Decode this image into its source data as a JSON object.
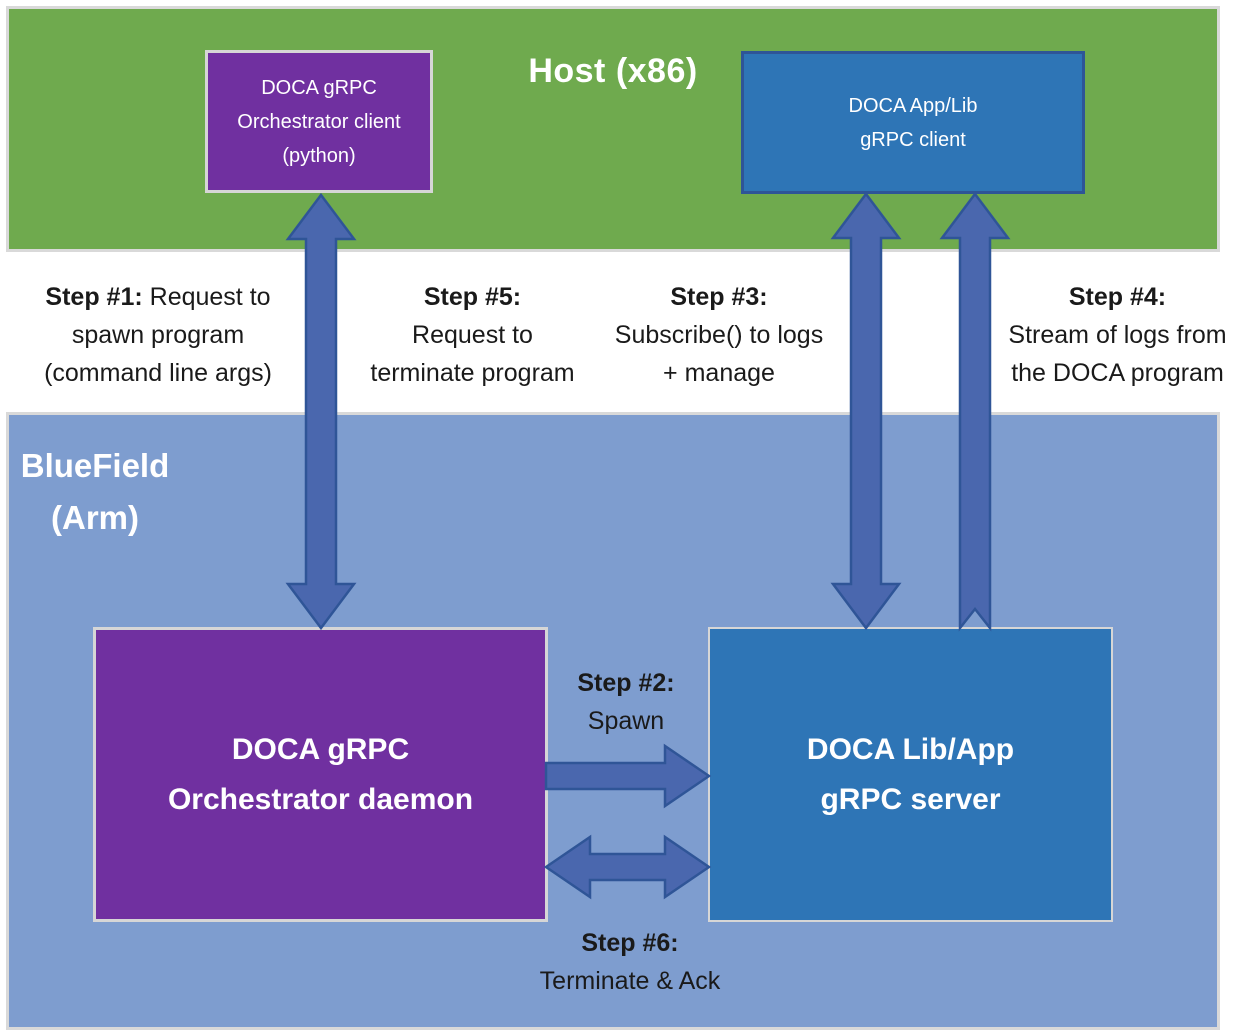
{
  "host": {
    "title": "Host (x86)",
    "orchestrator_client": {
      "line1": "DOCA gRPC",
      "line2": "Orchestrator client",
      "line3": "(python)"
    },
    "grpc_client": {
      "line1": "DOCA App/Lib",
      "line2": "gRPC client"
    }
  },
  "bluefield": {
    "title_line1": "BlueField",
    "title_line2": "(Arm)",
    "orchestrator_daemon": {
      "line1": "DOCA gRPC",
      "line2": "Orchestrator daemon"
    },
    "grpc_server": {
      "line1": "DOCA Lib/App",
      "line2": "gRPC server"
    }
  },
  "steps": {
    "step1": {
      "prefix": "Step #1:",
      "rest": "Request to",
      "line2": "spawn program",
      "line3": "(command line args)"
    },
    "step2": {
      "prefix": "Step #2:",
      "line2": "Spawn"
    },
    "step3": {
      "prefix": "Step #3:",
      "line2": "Subscribe() to logs",
      "line3": "+ manage"
    },
    "step4": {
      "prefix": "Step #4:",
      "line2": "Stream of logs from",
      "line3": "the DOCA program"
    },
    "step5": {
      "prefix": "Step #5:",
      "line2": "Request to",
      "line3": "terminate program"
    },
    "step6": {
      "prefix": "Step #6:",
      "line2": "Terminate & Ack"
    }
  },
  "arrows": [
    {
      "id": "orchestrator-client-daemon",
      "direction": "bidirectional-vertical"
    },
    {
      "id": "client-server-subscribe",
      "direction": "bidirectional-vertical"
    },
    {
      "id": "server-client-log-stream",
      "direction": "up"
    },
    {
      "id": "daemon-server-spawn",
      "direction": "right"
    },
    {
      "id": "daemon-server-terminate-ack",
      "direction": "bidirectional-horizontal"
    }
  ],
  "colors": {
    "host_band": "#6FAA4E",
    "bluefield_band": "#7E9DCF",
    "purple_box": "#7030A0",
    "blue_box": "#2E75B6",
    "blue_box_border": "#2E5597",
    "box_border_light": "#D6D6D6",
    "band_border": "#D9D9D9",
    "arrow_fill": "#4A67AE",
    "arrow_stroke": "#2F5597",
    "step_text": "#1A1A1A",
    "box_text": "#FFFFFF"
  }
}
